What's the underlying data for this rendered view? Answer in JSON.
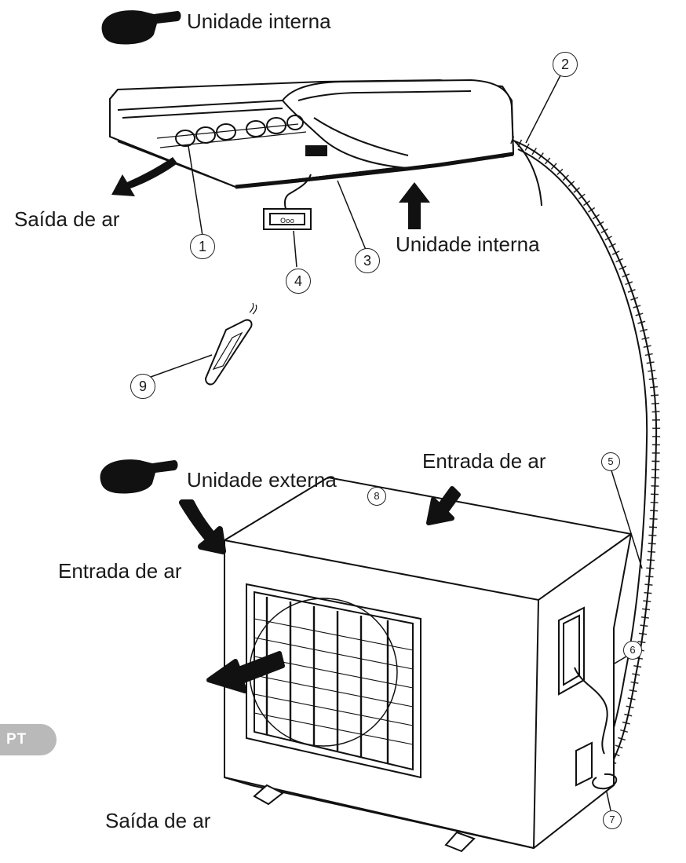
{
  "labels": {
    "indoor_unit_heading": "Unidade interna",
    "indoor_air_outlet": "Saída de ar",
    "indoor_air_inlet": "Unidade interna",
    "indoor_side_air_inlet": "Entrada de ar",
    "outdoor_unit_heading": "Unidade externa",
    "outdoor_left_air_inlet": "Entrada de ar",
    "outdoor_air_outlet": "Saída de ar"
  },
  "callouts": [
    "1",
    "2",
    "3",
    "4",
    "5",
    "6",
    "7",
    "8",
    "9"
  ],
  "language_tab": "PT",
  "colors": {
    "ink": "#111111",
    "tab": "#b9b9b9"
  }
}
